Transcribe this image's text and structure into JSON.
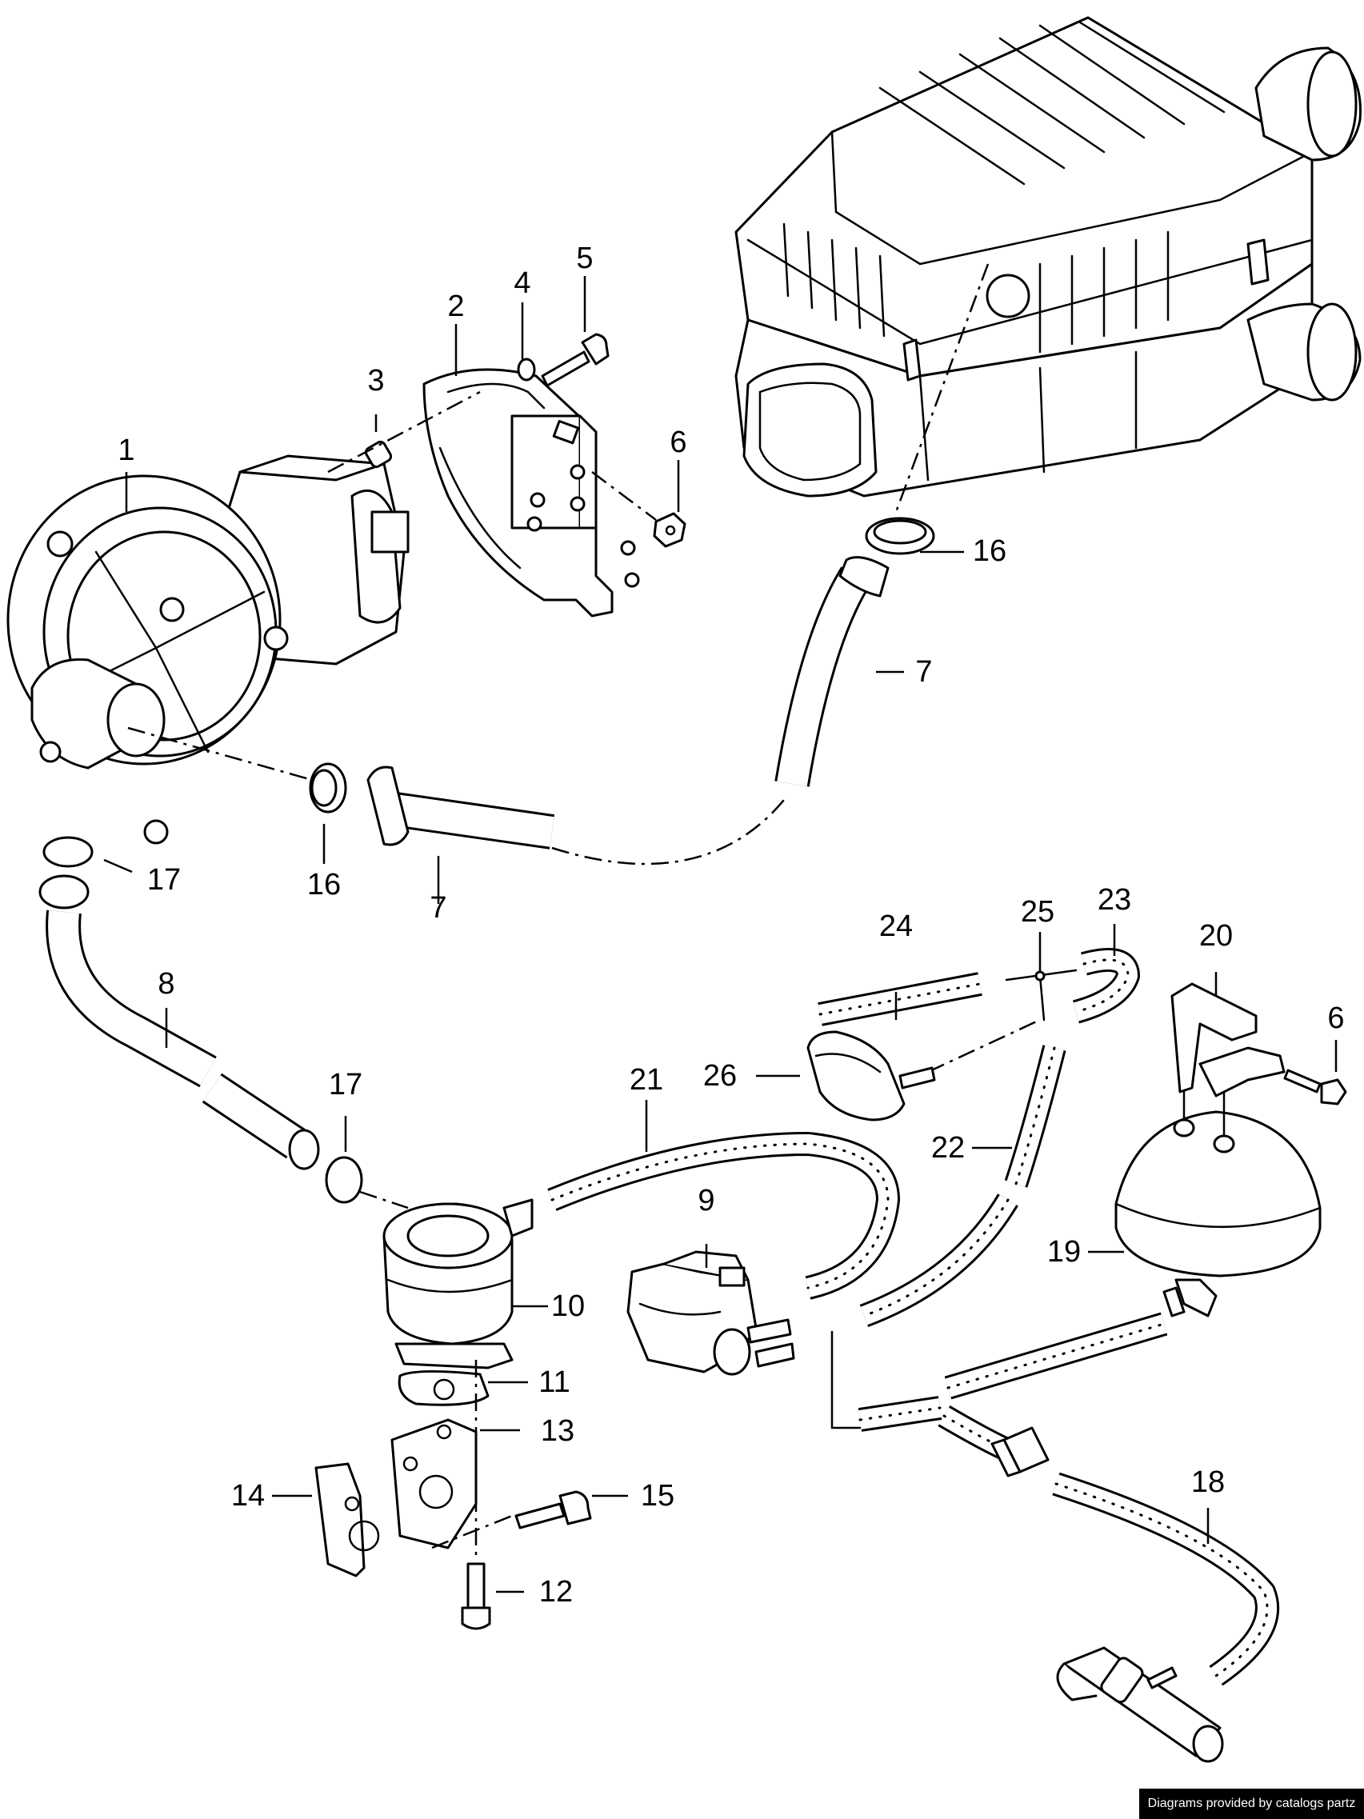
{
  "credit": "Diagrams provided by catalogs partz",
  "callouts": {
    "c1": "1",
    "c2": "2",
    "c3": "3",
    "c4": "4",
    "c5": "5",
    "c6a": "6",
    "c16a": "16",
    "c7a": "7",
    "c17a": "17",
    "c16b": "16",
    "c7b": "7",
    "c8": "8",
    "c17b": "17",
    "c21": "21",
    "c24": "24",
    "c25": "25",
    "c23": "23",
    "c20": "20",
    "c6b": "6",
    "c26": "26",
    "c22": "22",
    "c9": "9",
    "c10": "10",
    "c19": "19",
    "c11": "11",
    "c13": "13",
    "c14": "14",
    "c15": "15",
    "c12": "12",
    "c18": "18"
  }
}
